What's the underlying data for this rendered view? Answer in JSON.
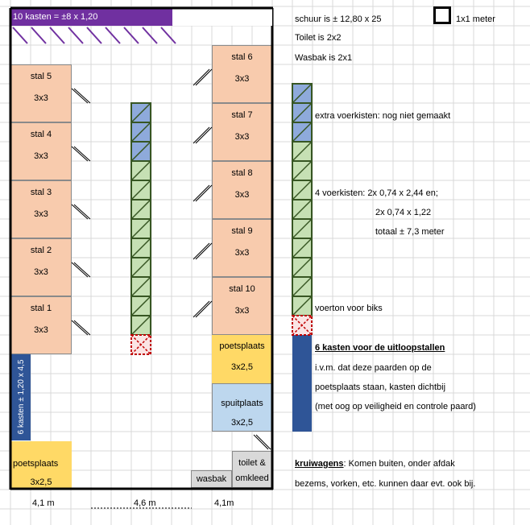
{
  "top_bar": {
    "label": "10 kasten = ±8 x 1,20",
    "color": "#7030a0"
  },
  "top_right_label": "bezems, vorken,  etc.",
  "stalls_left": [
    {
      "name": "stal 5",
      "dim": "3x3"
    },
    {
      "name": "stal 4",
      "dim": "3x3"
    },
    {
      "name": "stal 3",
      "dim": "3x3"
    },
    {
      "name": "stal 2",
      "dim": "3x3"
    },
    {
      "name": "stal 1",
      "dim": "3x3"
    }
  ],
  "stalls_right": [
    {
      "name": "stal 6",
      "dim": "3x3"
    },
    {
      "name": "stal 7",
      "dim": "3x3"
    },
    {
      "name": "stal 8",
      "dim": "3x3"
    },
    {
      "name": "stal 9",
      "dim": "3x3"
    },
    {
      "name": "stal 10",
      "dim": "3x3"
    }
  ],
  "poetsplaats_right": {
    "name": "poetsplaats",
    "dim": "3x2,5",
    "color": "#ffd966"
  },
  "spuitplaats": {
    "name": "spuitplaats",
    "dim": "3x2,5",
    "color": "#bdd7ee"
  },
  "poetsplaats_left": {
    "name": "poetsplaats",
    "dim": "3x2,5",
    "color": "#ffd966"
  },
  "side_cabinet_label": "6 kasten ± 1,20 x 4,5",
  "toilet": {
    "name_line1": "toilet &",
    "name_line2": "omkleed",
    "color": "#d9d9d9"
  },
  "wasbak": {
    "name": "wasbak",
    "color": "#d9d9d9"
  },
  "bottom_dims": [
    "4,1 m",
    "4,6 m",
    "4,1m"
  ],
  "legend": {
    "schuur": "schuur is ± 12,80 x 25",
    "scale": "1x1 meter",
    "toilet": "Toilet is 2x2",
    "wasbak": "Wasbak is 2x1",
    "extra_voerkisten": "extra voerkisten: nog niet gemaakt",
    "voerkisten_1": "4 voerkisten: 2x 0,74 x 2,44 en;",
    "voerkisten_2": "2x 0,74 x 1,22",
    "voerkisten_3": "totaal ± 7,3 meter",
    "voerton": "voerton voor biks",
    "kasten_title": "6 kasten voor de uitloopstallen",
    "kasten_1": "i.v.m. dat deze paarden op de",
    "kasten_2": "poetsplaats staan, kasten dichtbij",
    "kasten_3": "(met oog op veiligheid en controle paard)",
    "kruiwagens_title": "kruiwagens",
    "kruiwagens_text": ": Komen buiten, onder afdak",
    "kruiwagens_2": "bezems, vorken, etc. kunnen daar evt. ook bij."
  },
  "colors": {
    "blue_box": "#8eaadb",
    "green_box": "#c6e0b4",
    "box_border": "#375623",
    "red_box": "#c00000",
    "navy": "#2f5597"
  },
  "voerkisten_column_1": [
    "blue",
    "blue",
    "blue",
    "green",
    "green",
    "green",
    "green",
    "green",
    "green",
    "green",
    "green",
    "green",
    "red"
  ],
  "voerkisten_column_2": [
    "blue",
    "blue",
    "blue",
    "green",
    "green",
    "green",
    "green",
    "green",
    "green",
    "green",
    "green",
    "green",
    "red"
  ]
}
